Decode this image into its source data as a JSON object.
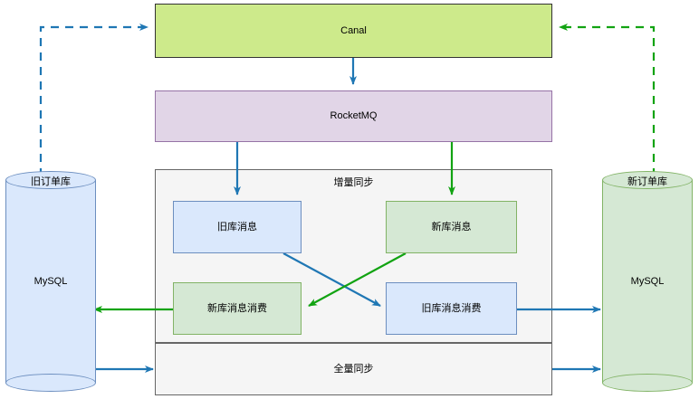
{
  "diagram": {
    "title_nodes": {
      "canal": "Canal",
      "rocketmq": "RocketMQ",
      "incremental_sync": "增量同步",
      "full_sync": "全量同步",
      "old_msg": "旧库消息",
      "new_msg": "新库消息",
      "new_msg_consume": "新库消息消费",
      "old_msg_consume": "旧库消息消费"
    },
    "databases": [
      {
        "id": "old-db",
        "title": "旧订单库",
        "engine": "MySQL",
        "fill": "#dae8fc",
        "stroke": "#6c8ebf"
      },
      {
        "id": "new-db",
        "title": "新订单库",
        "engine": "MySQL",
        "fill": "#d5e8d4",
        "stroke": "#82b366"
      }
    ],
    "colors": {
      "canal_fill": "#cdea8b",
      "canal_stroke": "#333333",
      "rocketmq_fill": "#e1d5e7",
      "rocketmq_stroke": "#9673a6",
      "container_fill": "#f5f5f5",
      "container_stroke": "#666666",
      "blue_fill": "#dae8fc",
      "blue_stroke": "#6c8ebf",
      "green_fill": "#d5e8d4",
      "green_stroke": "#82b366",
      "blue_arrow": "#1f77b4",
      "green_arrow": "#12a312"
    },
    "edges": [
      {
        "name": "old-db-to-canal",
        "style": "dashed",
        "color": "#1f77b4"
      },
      {
        "name": "new-db-to-canal",
        "style": "dashed",
        "color": "#12a312"
      },
      {
        "name": "canal-to-rocketmq",
        "style": "solid",
        "color": "#1f77b4"
      },
      {
        "name": "rocketmq-to-old-msg",
        "style": "solid",
        "color": "#1f77b4"
      },
      {
        "name": "rocketmq-to-new-msg",
        "style": "solid",
        "color": "#12a312"
      },
      {
        "name": "old-msg-to-old-msg-consume",
        "style": "solid",
        "color": "#1f77b4"
      },
      {
        "name": "new-msg-to-new-msg-consume",
        "style": "solid",
        "color": "#12a312"
      },
      {
        "name": "new-msg-consume-to-old-db",
        "style": "solid",
        "color": "#12a312"
      },
      {
        "name": "old-msg-consume-to-new-db",
        "style": "solid",
        "color": "#1f77b4"
      },
      {
        "name": "old-db-to-full-sync",
        "style": "solid",
        "color": "#1f77b4"
      },
      {
        "name": "full-sync-to-new-db",
        "style": "solid",
        "color": "#1f77b4"
      }
    ]
  }
}
